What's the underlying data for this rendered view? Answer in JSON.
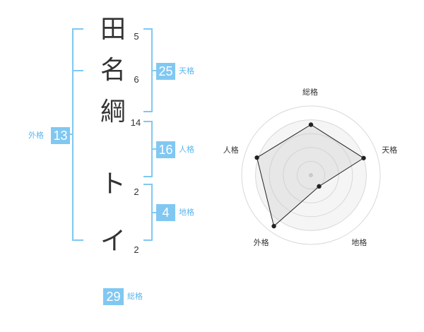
{
  "name": {
    "chars": [
      {
        "char": "田",
        "strokes": "5"
      },
      {
        "char": "名",
        "strokes": "6"
      },
      {
        "char": "綱",
        "strokes": "14"
      },
      {
        "char": "ト",
        "strokes": "2"
      },
      {
        "char": "イ",
        "strokes": "2"
      }
    ]
  },
  "kaku": {
    "tenkaku": {
      "value": "25",
      "label": "天格"
    },
    "jinkaku": {
      "value": "16",
      "label": "人格"
    },
    "chikaku": {
      "value": "4",
      "label": "地格"
    },
    "gaikaku": {
      "value": "13",
      "label": "外格"
    },
    "soukaku": {
      "value": "29",
      "label": "総格"
    }
  },
  "colors": {
    "bracket": "#80c8f2",
    "badge": "#80c8f2",
    "label": "#5cb6ec"
  },
  "chart_data": {
    "type": "radar",
    "axes": [
      "総格",
      "天格",
      "地格",
      "外格",
      "人格"
    ],
    "values": [
      0.73,
      0.8,
      0.2,
      0.91,
      0.82
    ],
    "range": [
      0,
      1
    ],
    "rings": 4,
    "grid": true
  }
}
